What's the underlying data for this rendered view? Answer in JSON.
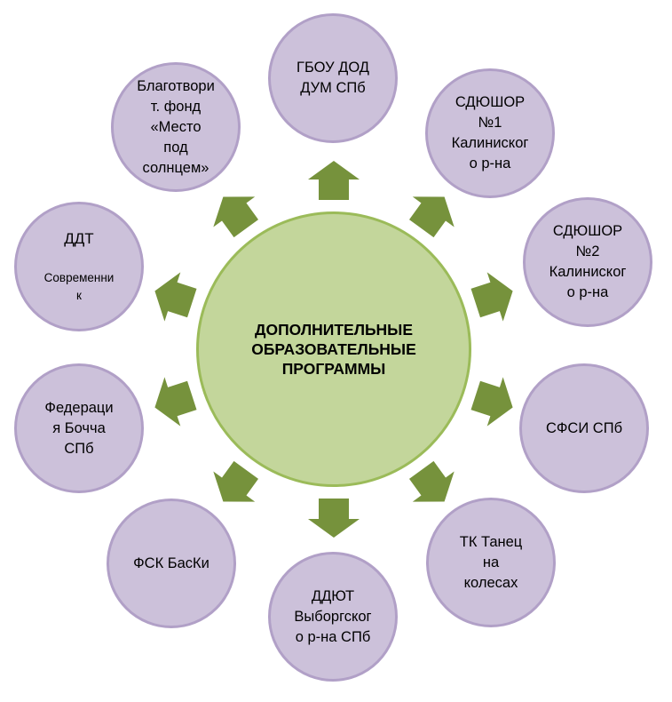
{
  "diagram": {
    "center": {
      "label": "ДОПОЛНИТЕЛЬНЫЕ\nОБРАЗОВАТЕЛЬНЫЕ\nПРОГРАММЫ"
    },
    "colors": {
      "center_fill": "#C3D69B",
      "center_border": "#9BBB59",
      "node_fill": "#CCC1DA",
      "node_border": "#B1A0C7",
      "arrow_fill": "#76923C"
    },
    "nodes": [
      {
        "id": "gbou-dod-dum",
        "label": "ГБОУ ДОД\nДУМ СПб"
      },
      {
        "id": "sdyushor-1",
        "label": "СДЮШОР\n№1\nКалиниског\nо  р-на"
      },
      {
        "id": "sdyushor-2",
        "label": "СДЮШОР\n№2\nКалиниског\nо  р-на"
      },
      {
        "id": "sfsi",
        "label": "СФСИ СПб"
      },
      {
        "id": "tk-tanets",
        "label": "ТК Танец\nна\nколесах"
      },
      {
        "id": "ddyut",
        "label": "ДДЮТ\nВыборгског\nо  р-на СПб"
      },
      {
        "id": "fsk-baski",
        "label": "ФСК БасКи"
      },
      {
        "id": "federatsiya-bochcha",
        "label": "Федераци\nя Бочча\nСПб"
      },
      {
        "id": "ddt",
        "label_main": "ДДТ",
        "label_sub": "Современни\nк"
      },
      {
        "id": "blagotvorit-fond",
        "label": "Благотвори\nт. фонд\n«Место\nпод\nсолнцем»"
      }
    ]
  }
}
